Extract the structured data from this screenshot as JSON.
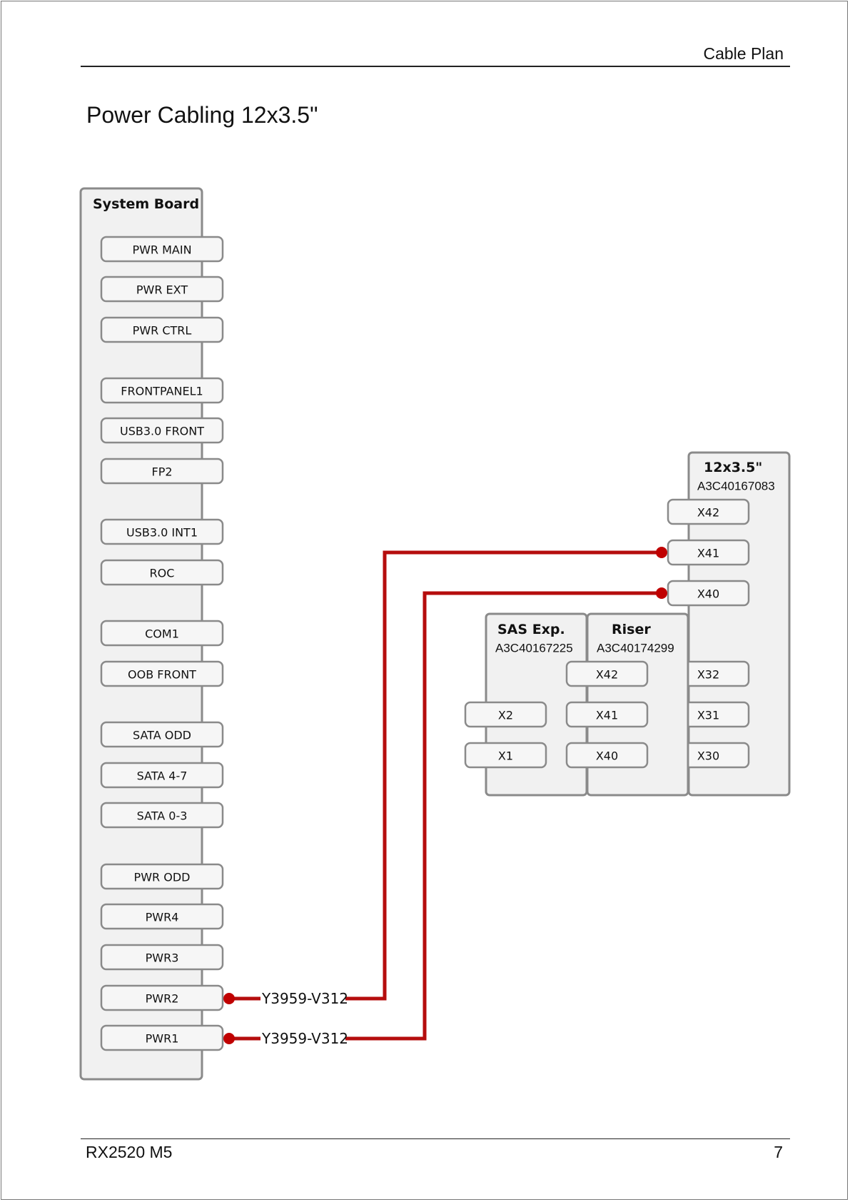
{
  "header": {
    "title": "Cable Plan"
  },
  "page_title": "Power Cabling 12x3.5\"",
  "footer": {
    "model": "RX2520 M5",
    "page_number": "7"
  },
  "system_board": {
    "title": "System Board",
    "connectors": [
      "PWR MAIN",
      "PWR EXT",
      "PWR CTRL",
      "FRONTPANEL1",
      "USB3.0 FRONT",
      "FP2",
      "USB3.0 INT1",
      "ROC",
      "COM1",
      "OOB FRONT",
      "SATA ODD",
      "SATA 4-7",
      "SATA 0-3",
      "PWR ODD",
      "PWR4",
      "PWR3",
      "PWR2",
      "PWR1"
    ]
  },
  "backplane": {
    "title": "12x3.5\"",
    "part_number": "A3C40167083",
    "connectors": [
      "X42",
      "X41",
      "X40",
      "X32",
      "X31",
      "X30"
    ]
  },
  "sas_expander": {
    "title": "SAS Exp.",
    "part_number": "A3C40167225",
    "connectors": [
      "X2",
      "X1"
    ]
  },
  "riser": {
    "title": "Riser",
    "part_number": "A3C40174299",
    "connectors": [
      "X42",
      "X41",
      "X40"
    ]
  },
  "cables": [
    {
      "label": "Y3959-V312",
      "from": "System Board PWR2",
      "to": "12x3.5\" X41"
    },
    {
      "label": "Y3959-V312",
      "from": "System Board PWR1",
      "to": "12x3.5\" X40"
    }
  ],
  "colors": {
    "cable": "#b50d0d",
    "board_fill": "#f1f1f1",
    "board_stroke": "#8a8a8a"
  }
}
